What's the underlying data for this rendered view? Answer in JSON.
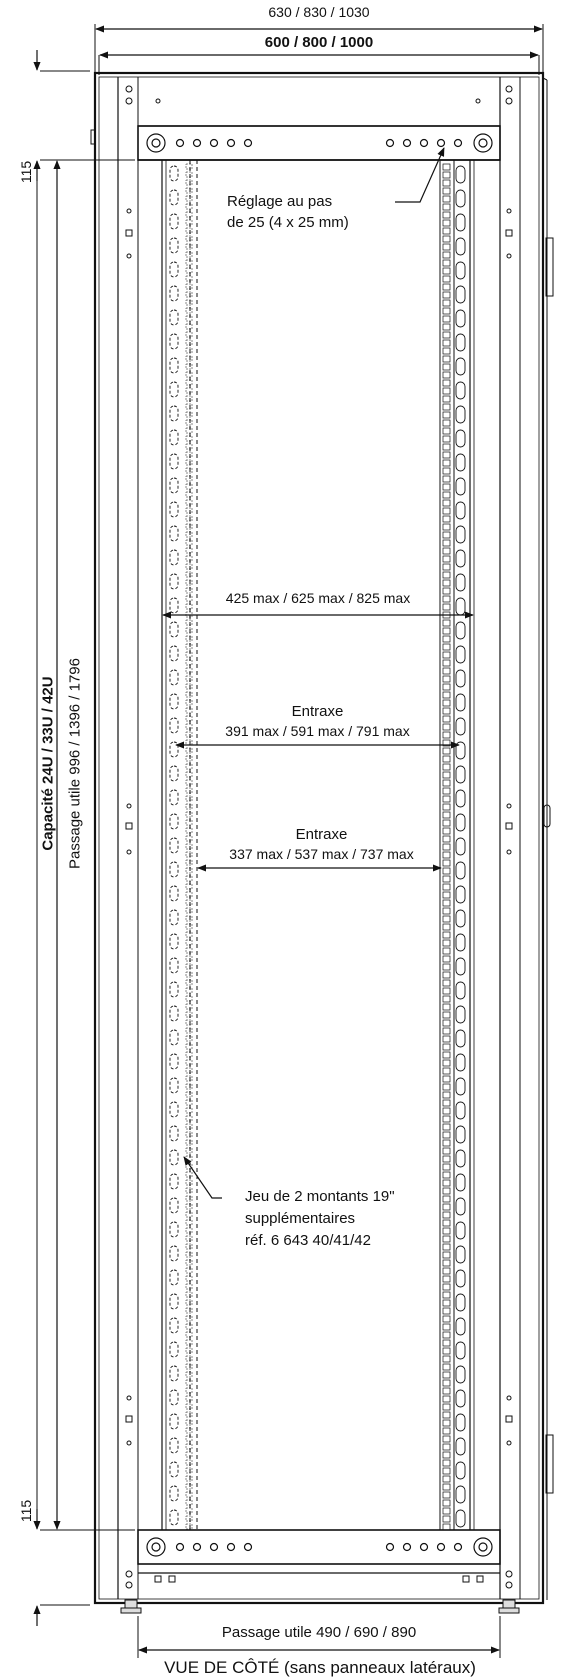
{
  "dimensions": {
    "outer_width": "630 / 830 / 1030",
    "inner_width": "600 / 800 / 1000",
    "top_offset": "115",
    "bottom_offset": "115",
    "capacity": "Capacité 24U / 33U / 42U",
    "passage_height": "Passage utile 996 / 1396 / 1796",
    "max_width": "425 max / 625 max / 825 max",
    "entraxe1_title": "Entraxe",
    "entraxe1_value": "391 max / 591 max / 791 max",
    "entraxe2_title": "Entraxe",
    "entraxe2_value": "337 max / 537 max / 737 max",
    "passage_width": "Passage utile 490 / 690 / 890"
  },
  "annotations": {
    "adjust_line1": "Réglage au pas",
    "adjust_line2": "de 25 (4 x 25 mm)",
    "uprights_line1": "Jeu de 2 montants 19\"",
    "uprights_line2": "supplémentaires",
    "uprights_line3": "réf. 6 643 40/41/42"
  },
  "caption": "VUE DE CÔTÉ (sans panneaux latéraux)"
}
